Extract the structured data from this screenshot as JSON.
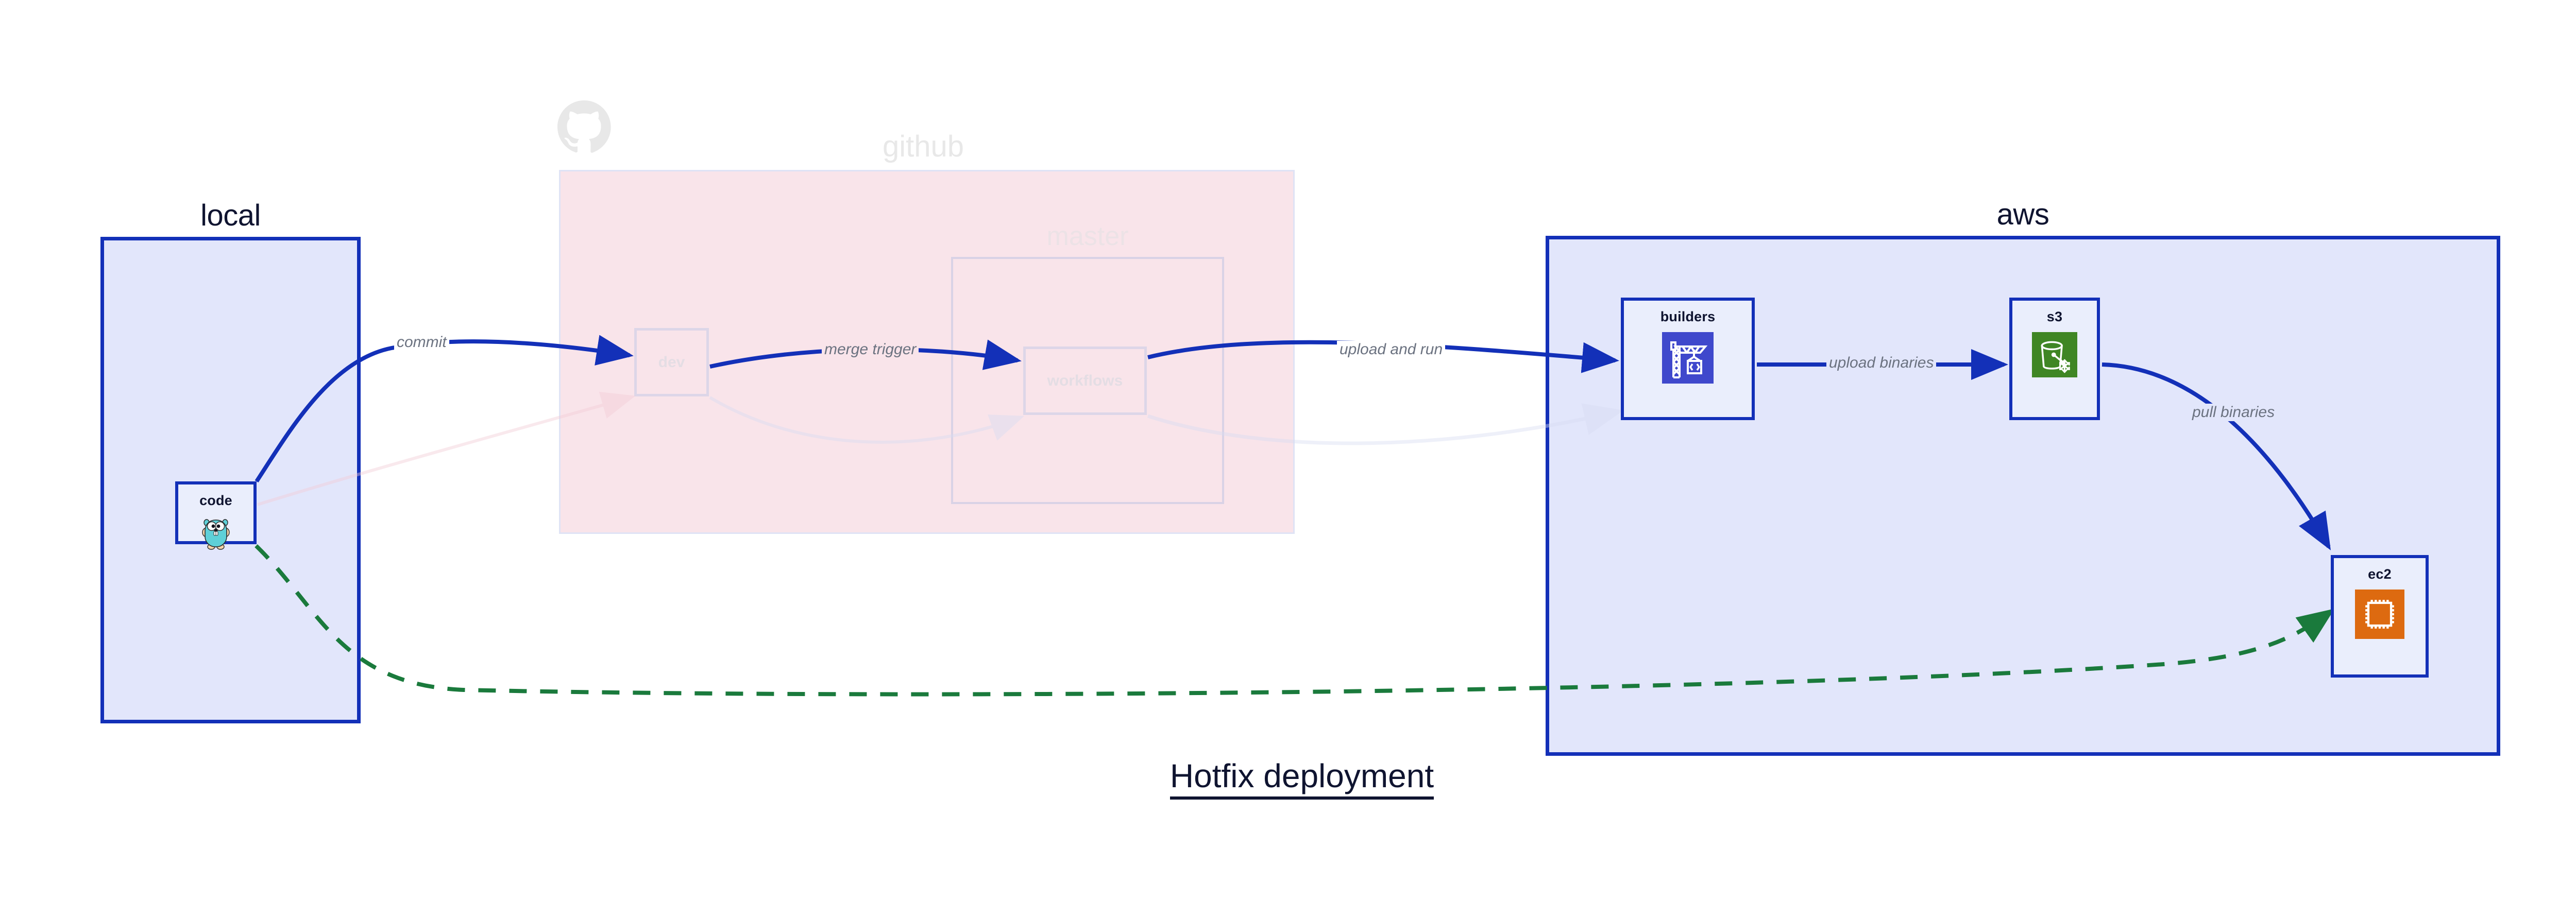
{
  "title": "Hotfix deployment",
  "clusters": [
    {
      "id": "local",
      "label": "local"
    },
    {
      "id": "github",
      "label": "github"
    },
    {
      "id": "master",
      "label": "master"
    },
    {
      "id": "aws",
      "label": "aws"
    }
  ],
  "nodes": [
    {
      "id": "code",
      "label": "code",
      "icon": "go-gopher-icon",
      "cluster": "local"
    },
    {
      "id": "dev",
      "label": "dev",
      "icon": "none",
      "cluster": "github"
    },
    {
      "id": "workflows",
      "label": "workflows",
      "icon": "none",
      "cluster": "master"
    },
    {
      "id": "builders",
      "label": "builders",
      "icon": "aws-codebuild-icon",
      "cluster": "aws"
    },
    {
      "id": "s3",
      "label": "s3",
      "icon": "aws-s3-glacier-icon",
      "cluster": "aws"
    },
    {
      "id": "ec2",
      "label": "ec2",
      "icon": "aws-ec2-icon",
      "cluster": "aws"
    }
  ],
  "edges": [
    {
      "id": "commit",
      "label": "commit",
      "from": "code",
      "to": "dev",
      "style": "solid",
      "color": "#1330b8"
    },
    {
      "id": "merge-trigger",
      "label": "merge trigger",
      "from": "dev",
      "to": "workflows",
      "style": "solid",
      "color": "#1330b8"
    },
    {
      "id": "upload-and-run",
      "label": "upload and run",
      "from": "workflows",
      "to": "builders",
      "style": "solid",
      "color": "#1330b8"
    },
    {
      "id": "upload-binaries",
      "label": "upload binaries",
      "from": "builders",
      "to": "s3",
      "style": "solid",
      "color": "#1330b8"
    },
    {
      "id": "pull-binaries",
      "label": "pull binaries",
      "from": "s3",
      "to": "ec2",
      "style": "solid",
      "color": "#1330b8"
    },
    {
      "id": "hotfix-direct",
      "label": "",
      "from": "code",
      "to": "ec2",
      "style": "dashed",
      "color": "#1a7a3c"
    }
  ],
  "colors": {
    "accent_blue": "#1330b8",
    "cluster_blue_fill": "#e2e6fb",
    "cluster_pink_fill": "#f9e4ea",
    "dashed_green": "#1a7a3c",
    "edge_label_gray": "#6b7280",
    "title_navy": "#0f1430",
    "codebuild_icon_bg": "#3f48cc",
    "s3_icon_bg": "#3f8624",
    "ec2_icon_bg": "#dd6a10",
    "github_logo_gray": "#e8e8e8"
  }
}
